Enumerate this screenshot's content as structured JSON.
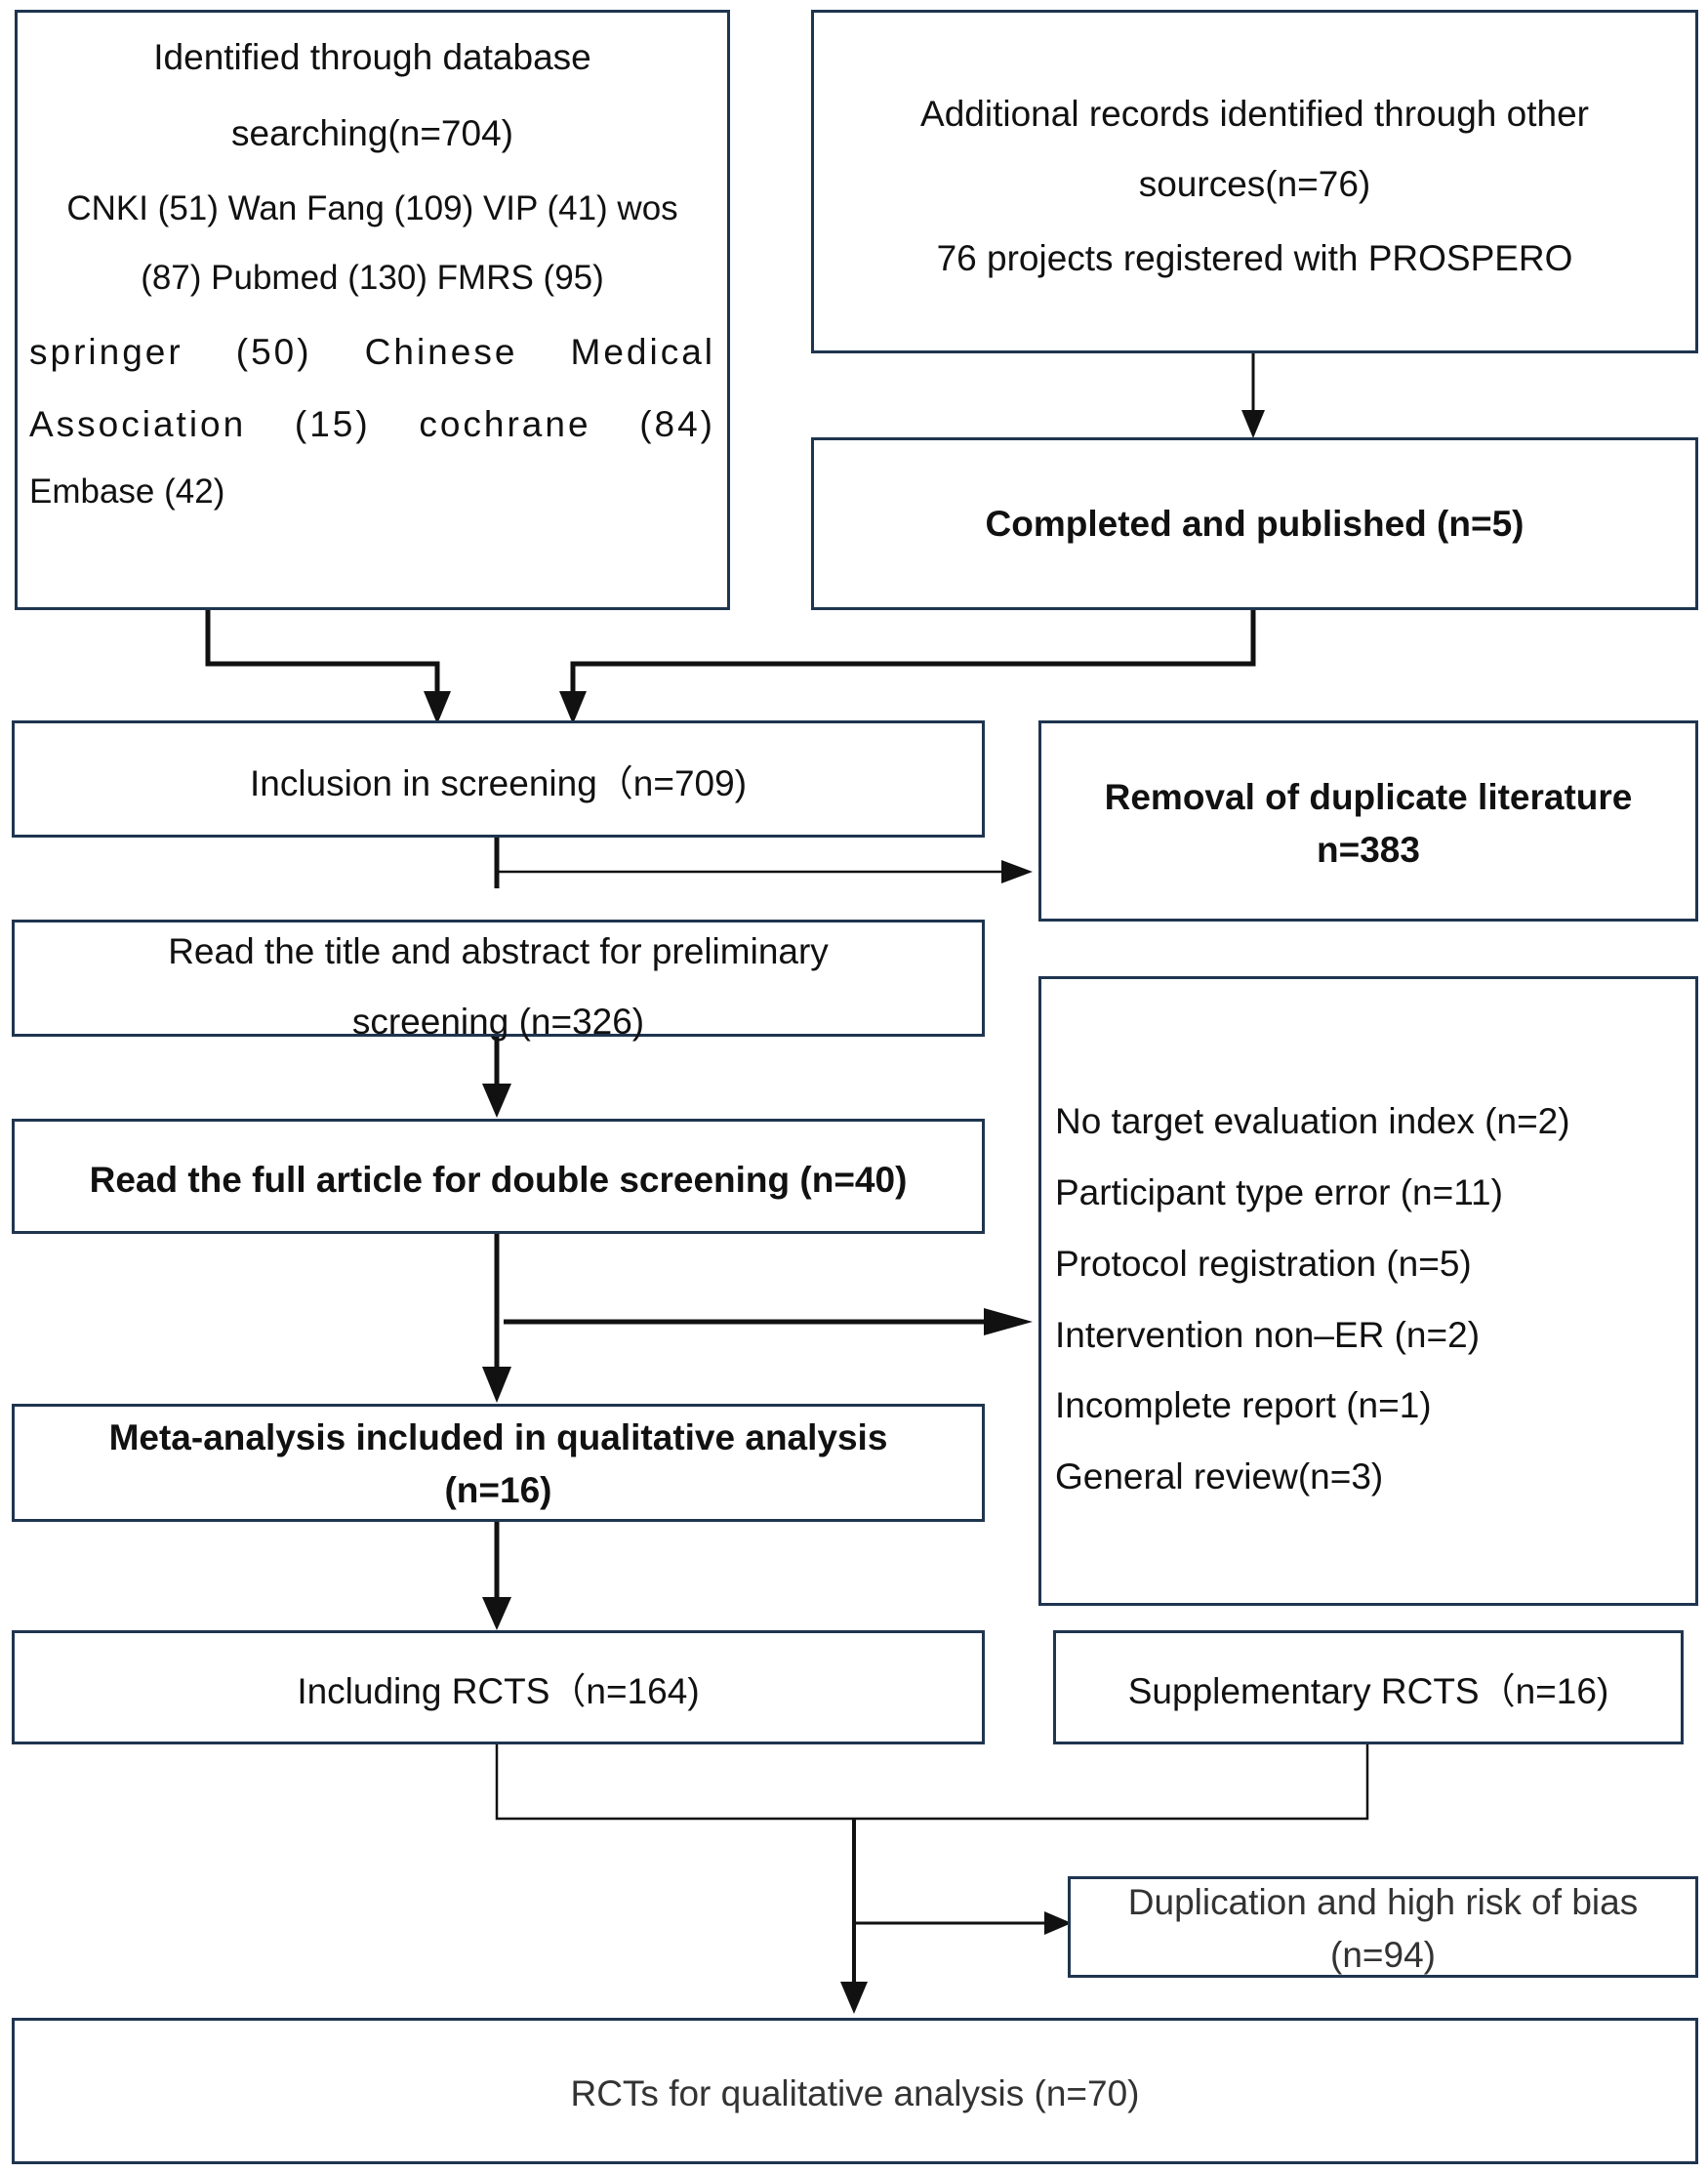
{
  "boxes": {
    "database": {
      "line1": "Identified through database",
      "line2": "searching(n=704)",
      "line3": "CNKI (51) Wan Fang (109) VIP (41) wos",
      "line4": "(87) Pubmed (130) FMRS  (95)",
      "line5": "springer (50) Chinese Medical",
      "line6": "Association (15) cochrane (84)",
      "line7": "Embase (42)"
    },
    "other": {
      "line1": "Additional records identified through other",
      "line2": "sources(n=76)",
      "line3": "76 projects registered with PROSPERO"
    },
    "completed": "Completed and published (n=5)",
    "inclusion": "Inclusion in screening（n=709)",
    "duplicates": {
      "line1": "Removal of duplicate literature",
      "line2": "n=383"
    },
    "title_abstract": {
      "line1": "Read the title and abstract for preliminary",
      "line2": "screening (n=326)"
    },
    "full_article": "Read the full article for double screening (n=40)",
    "exclusions": [
      "No target evaluation index (n=2)",
      "Participant type error (n=11)",
      "Protocol registration (n=5)",
      "Intervention non–ER (n=2)",
      "Incomplete report (n=1)",
      "General review(n=3)"
    ],
    "meta": {
      "line1": "Meta-analysis included in qualitative analysis",
      "line2": "(n=16)"
    },
    "including_rcts": "Including RCTS（n=164)",
    "supplementary_rcts": "Supplementary RCTS（n=16)",
    "duplication_bias": {
      "line1": "Duplication and high risk of bias",
      "line2": "(n=94)"
    },
    "final": "RCTs for qualitative analysis (n=70)"
  },
  "colors": {
    "border": "#1f3550",
    "arrow": "#111111"
  }
}
